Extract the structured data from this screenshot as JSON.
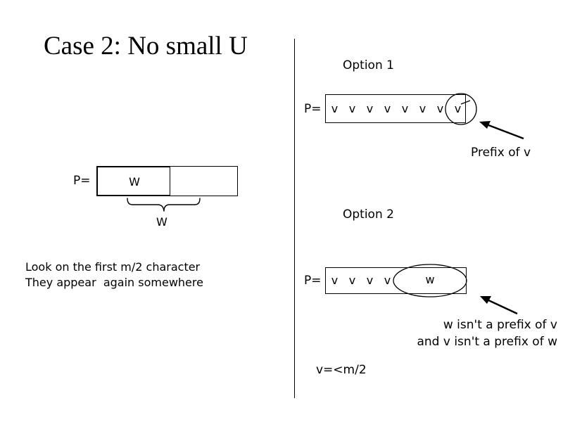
{
  "slide": {
    "title": "Case 2: No small U",
    "background_color": "#ffffff",
    "ink_color": "#000000"
  },
  "left_panel": {
    "p_label": "P=",
    "inner_box_label": "W",
    "brace_label": "W",
    "note_line1": "Look on the first m/2 character",
    "note_line2": "They appear  again somewhere"
  },
  "option1": {
    "heading": "Option 1",
    "p_label": "P=",
    "cells": [
      "v",
      "v",
      "v",
      "v",
      "v",
      "v",
      "v",
      "v"
    ],
    "circled_cell_index": 7,
    "annotation": "Prefix of v"
  },
  "option2": {
    "heading": "Option 2",
    "p_label": "P=",
    "cells": [
      "v",
      "v",
      "v",
      "v"
    ],
    "ellipse_label": "w",
    "annotation_line1": "w isn't a prefix of v",
    "annotation_line2": "and v isn't a prefix of w"
  },
  "footer": {
    "formula": "v=<m/2"
  }
}
